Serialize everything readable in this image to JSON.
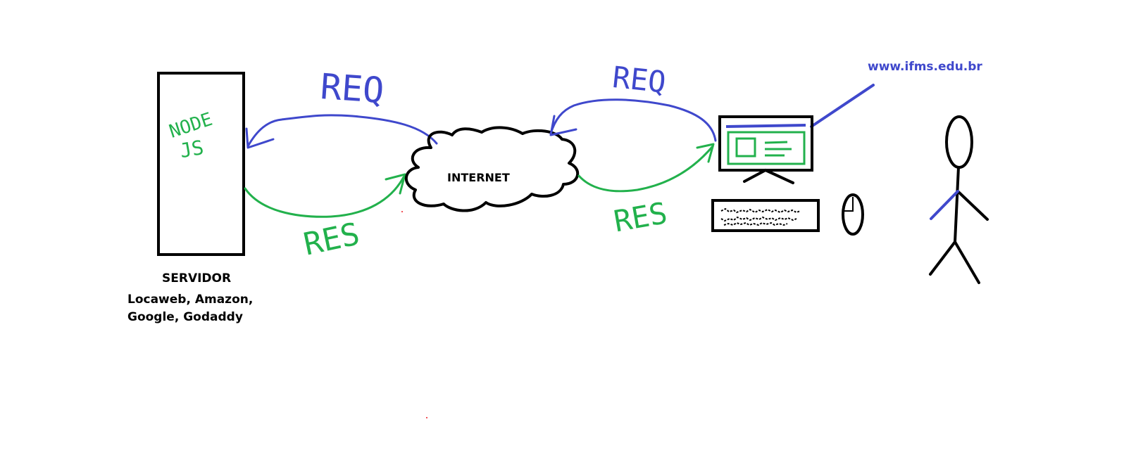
{
  "colors": {
    "ink": "#000000",
    "request": "#3f48cc",
    "response": "#22b14c",
    "stray": "#ed1c24"
  },
  "server": {
    "title": "SERVIDOR",
    "hosts_line1": "Locaweb, Amazon,",
    "hosts_line2": "Google, Godaddy",
    "runtime_line1": "NODE",
    "runtime_line2": "JS"
  },
  "network": {
    "label": "INTERNET"
  },
  "arrows": {
    "req_left": "REQ",
    "res_left": "RES",
    "req_right": "REQ",
    "res_right": "RES"
  },
  "client": {
    "url": "www.ifms.edu.br"
  },
  "icons": [
    "server-box-icon",
    "cloud-icon",
    "monitor-icon",
    "keyboard-icon",
    "mouse-icon",
    "stick-figure-icon"
  ]
}
